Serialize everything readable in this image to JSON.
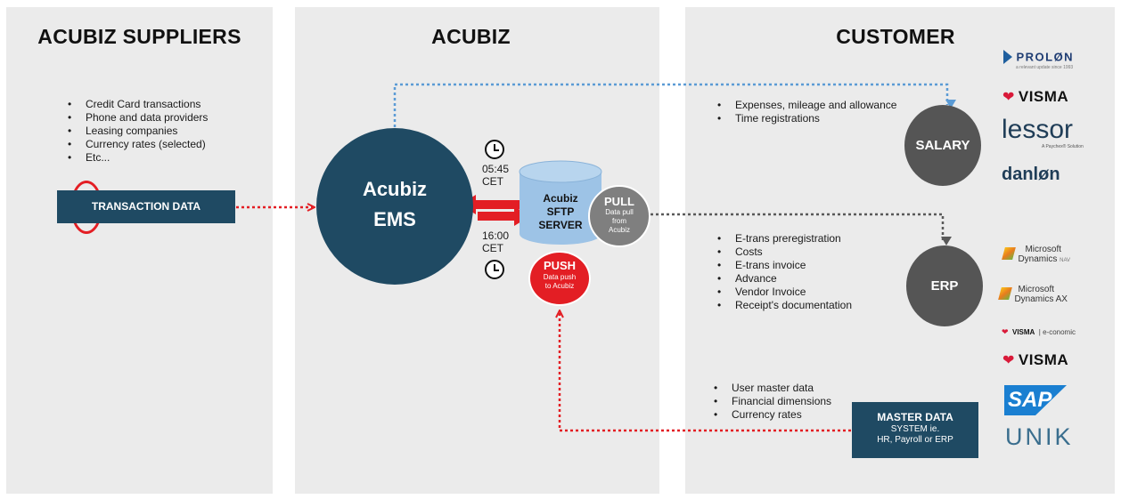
{
  "panels": {
    "suppliers": "ACUBIZ SUPPLIERS",
    "acubiz": "ACUBIZ",
    "customer": "CUSTOMER"
  },
  "suppliers_list": [
    "Credit Card transactions",
    "Phone and data providers",
    "Leasing companies",
    "Currency rates (selected)",
    "Etc..."
  ],
  "transaction_box": "TRANSACTION DATA",
  "ems": {
    "line1": "Acubiz",
    "line2": "EMS"
  },
  "times": {
    "morning": {
      "time": "05:45",
      "zone": "CET"
    },
    "afternoon": {
      "time": "16:00",
      "zone": "CET"
    }
  },
  "sftp": {
    "line1": "Acubiz",
    "line2": "SFTP",
    "line3": "SERVER"
  },
  "pull": {
    "title": "PULL",
    "line1": "Data pull",
    "line2": "from",
    "line3": "Acubiz"
  },
  "push": {
    "title": "PUSH",
    "line1": "Data push",
    "line2": "to Acubiz"
  },
  "salary_list": [
    "Expenses, mileage and allowance",
    "Time registrations"
  ],
  "salary": "SALARY",
  "erp_list": [
    "E-trans preregistration",
    "Costs",
    "E-trans invoice",
    "Advance",
    "Vendor Invoice",
    "Receipt's documentation"
  ],
  "erp": "ERP",
  "master_list": [
    "User master data",
    "Financial dimensions",
    "Currency rates"
  ],
  "master": {
    "title": "MASTER DATA",
    "line1": "SYSTEM ie.",
    "line2": "HR, Payroll or ERP"
  },
  "logos": {
    "prolon": "PROLØN",
    "prolon_tag": "a relevant update since 1993",
    "visma": "VISMA",
    "lessor": "lessor",
    "lessor_tag": "A Paychex® Solution",
    "danlon": "danløn",
    "ms_nav_1": "Microsoft",
    "ms_nav_2": "Dynamics",
    "ms_nav_3": "NAV",
    "ms_ax_1": "Microsoft",
    "ms_ax_2": "Dynamics AX",
    "visma_eco_1": "VISMA",
    "visma_eco_2": "| e-conomic",
    "visma2": "VISMA",
    "sap": "SAP",
    "unik": "UNIK"
  },
  "colors": {
    "navy": "#1f4a63",
    "grey_circle": "#555555",
    "red": "#e31e24",
    "sftp_blue": "#9dc3e6",
    "dotted_blue": "#5b9bd5",
    "dotted_grey": "#595959"
  }
}
